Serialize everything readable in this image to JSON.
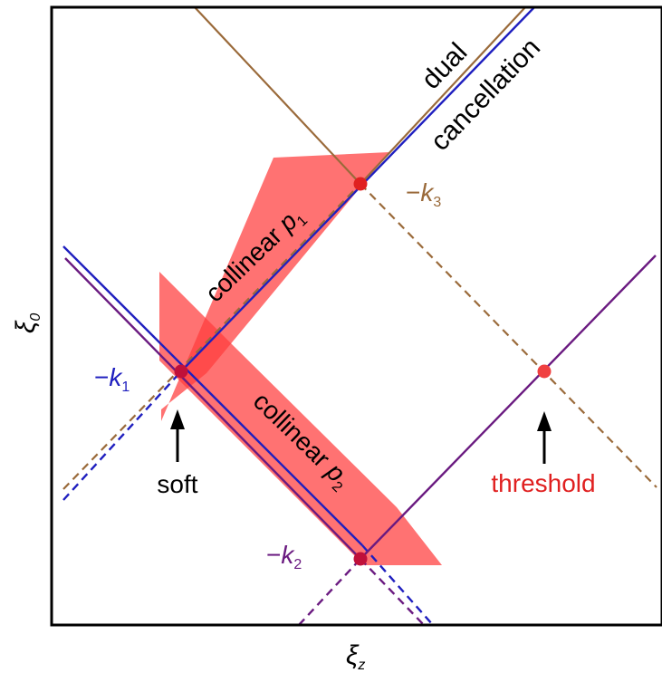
{
  "axes": {
    "xlabel": "ξ",
    "xlabel_sub": "z",
    "ylabel": "ξ",
    "ylabel_sub": "0"
  },
  "labels": {
    "dual": "dual",
    "cancellation": "cancellation",
    "k3_sign": "−",
    "k3_letter": "k",
    "k3_sub": "3",
    "k1_sign": "−",
    "k1_letter": "k",
    "k1_sub": "1",
    "k2_sign": "−",
    "k2_letter": "k",
    "k2_sub": "2",
    "collinear_p1_text": "collinear ",
    "collinear_p1_letter": "p",
    "collinear_p1_sub": "1",
    "collinear_p2_text": "collinear ",
    "collinear_p2_letter": "p",
    "collinear_p2_sub": "2",
    "soft": "soft",
    "threshold": "threshold"
  },
  "colors": {
    "blue": "#1f1fbf",
    "purple": "#6a1a80",
    "brown": "#9a6a3a",
    "red_region": "#ff3b3b",
    "red_point": "#e02020",
    "dark_red_point": "#c0103a",
    "threshold_text": "#e02020",
    "frame": "#000000"
  }
}
